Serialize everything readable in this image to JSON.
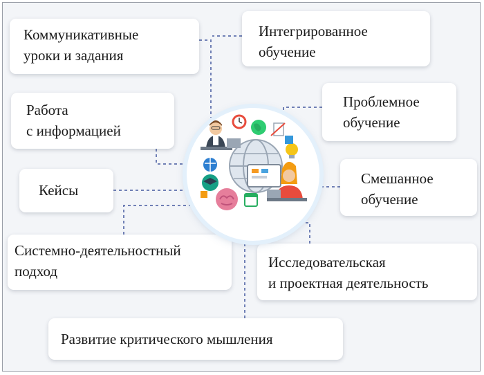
{
  "items": {
    "communicative": [
      "Коммуникативные",
      "уроки и задания"
    ],
    "integrated": [
      "Интегрированное",
      "обучение"
    ],
    "information": [
      "Работа",
      "с информацией"
    ],
    "problem": [
      "Проблемное",
      "обучение"
    ],
    "cases": [
      "Кейсы"
    ],
    "blended": [
      "Смешанное",
      "обучение"
    ],
    "system": [
      "Системно-деятельностный",
      "подход"
    ],
    "research": [
      "Исследовательская",
      "и проектная деятельность"
    ],
    "critical": [
      "Развитие критического мышления"
    ]
  },
  "colors": {
    "connector": "#6f7fb5",
    "frame_background": "#f3f5f8",
    "card_background": "#ffffff",
    "hub_ring": "#e3f0fb"
  },
  "icons": {
    "hub": "education-methods-illustration"
  }
}
